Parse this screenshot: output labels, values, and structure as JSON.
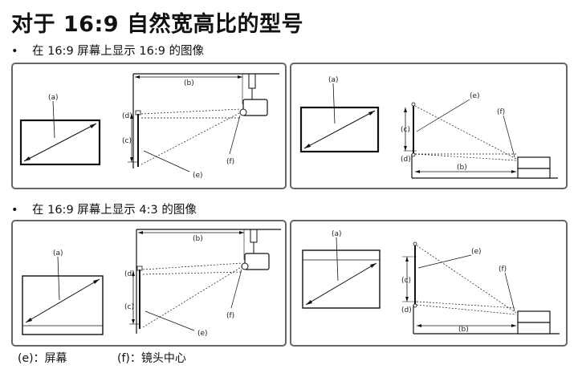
{
  "title": "对于 16:9 自然宽高比的型号",
  "sections": [
    {
      "bullet": "•",
      "heading": "在 16:9 屏幕上显示 16:9 的图像"
    },
    {
      "bullet": "•",
      "heading": "在 16:9 屏幕上显示 4:3 的图像"
    }
  ],
  "diagram_labels": {
    "a": "(a)",
    "b": "(b)",
    "c": "(c)",
    "d": "(d)",
    "e": "(e)",
    "f": "(f)"
  },
  "legend": {
    "e": "(e)：屏幕",
    "f": "(f)：镜头中心"
  }
}
